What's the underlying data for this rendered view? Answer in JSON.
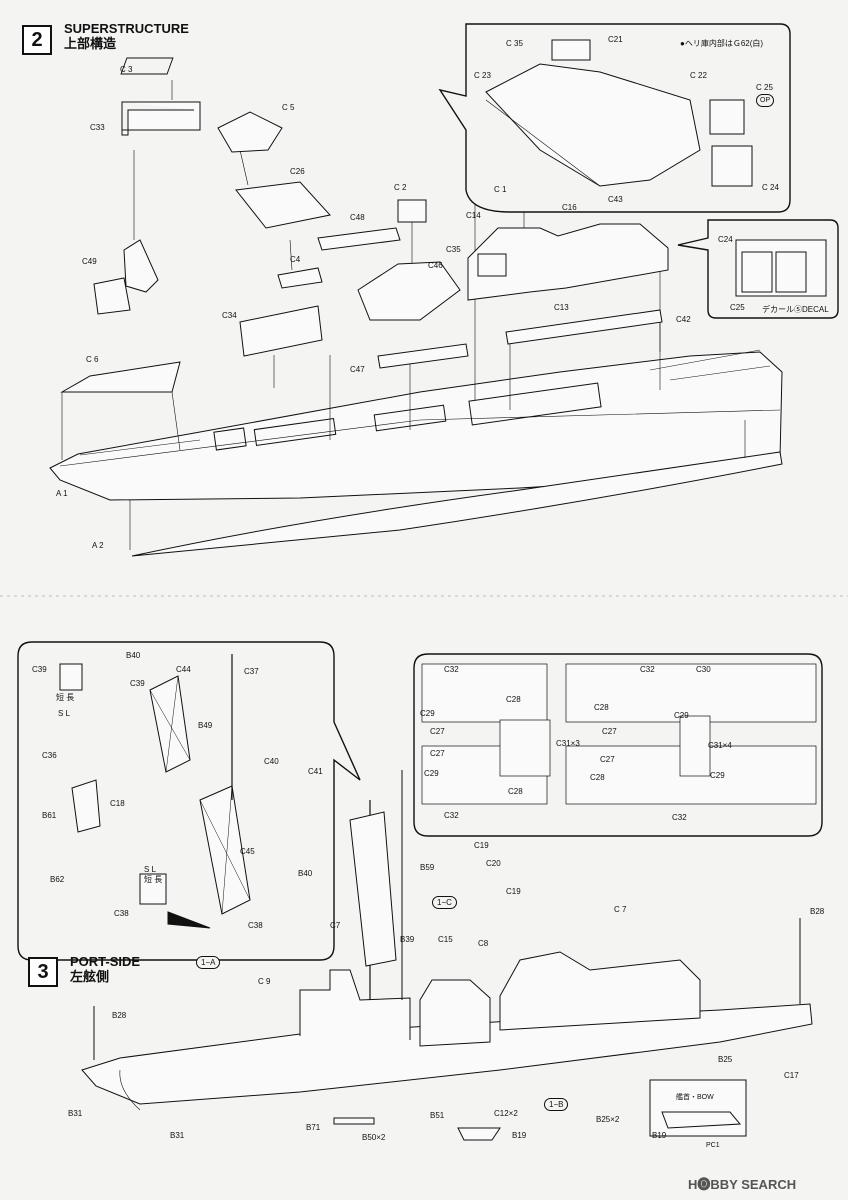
{
  "step2": {
    "number": "2",
    "title_en": "SUPERSTRUCTURE",
    "title_jp": "上部構造",
    "hangar_note": "●ヘリ庫内部はＧ62(白)",
    "decal_label": "デカール⑤DECAL",
    "op_label": "OP",
    "parts": [
      {
        "id": "c3",
        "text": "C 3"
      },
      {
        "id": "c33",
        "text": "C33"
      },
      {
        "id": "c5",
        "text": "C 5"
      },
      {
        "id": "c26",
        "text": "C26"
      },
      {
        "id": "c2",
        "text": "C 2"
      },
      {
        "id": "c1",
        "text": "C 1"
      },
      {
        "id": "c48",
        "text": "C48"
      },
      {
        "id": "c14",
        "text": "C14"
      },
      {
        "id": "c16",
        "text": "C16"
      },
      {
        "id": "c49",
        "text": "C49"
      },
      {
        "id": "c4",
        "text": "C4"
      },
      {
        "id": "c46",
        "text": "C46"
      },
      {
        "id": "c35b",
        "text": "C35"
      },
      {
        "id": "c34",
        "text": "C34"
      },
      {
        "id": "c13",
        "text": "C13"
      },
      {
        "id": "c42",
        "text": "C42"
      },
      {
        "id": "c6",
        "text": "C 6"
      },
      {
        "id": "c47",
        "text": "C47"
      },
      {
        "id": "a1",
        "text": "A 1"
      },
      {
        "id": "a2",
        "text": "A 2"
      },
      {
        "id": "c35",
        "text": "C 35"
      },
      {
        "id": "c21",
        "text": "C21"
      },
      {
        "id": "c23",
        "text": "C 23"
      },
      {
        "id": "c22",
        "text": "C 22"
      },
      {
        "id": "c25",
        "text": "C 25"
      },
      {
        "id": "c43",
        "text": "C43"
      },
      {
        "id": "c24",
        "text": "C 24"
      },
      {
        "id": "c24b",
        "text": "C24"
      },
      {
        "id": "c25b",
        "text": "C25"
      }
    ]
  },
  "step3": {
    "number": "3",
    "title_en": "PORT-SIDE",
    "title_jp": "左舷側",
    "tags": [
      "1−A",
      "1−C",
      "1−B"
    ],
    "bow_label": "艦首・BOW",
    "pc1": "PC1",
    "short_long_1": "短 長",
    "short_long_2": "S L",
    "parts": [
      {
        "id": "c39",
        "text": "C39"
      },
      {
        "id": "b40",
        "text": "B40"
      },
      {
        "id": "c44",
        "text": "C44"
      },
      {
        "id": "c37",
        "text": "C37"
      },
      {
        "id": "c39b",
        "text": "C39"
      },
      {
        "id": "b49",
        "text": "B49"
      },
      {
        "id": "c36",
        "text": "C36"
      },
      {
        "id": "c40",
        "text": "C40"
      },
      {
        "id": "c41",
        "text": "C41"
      },
      {
        "id": "c18",
        "text": "C18"
      },
      {
        "id": "b61",
        "text": "B61"
      },
      {
        "id": "c45",
        "text": "C45"
      },
      {
        "id": "b62",
        "text": "B62"
      },
      {
        "id": "b40b",
        "text": "B40"
      },
      {
        "id": "c38",
        "text": "C38"
      },
      {
        "id": "c38b",
        "text": "C38"
      },
      {
        "id": "c32a",
        "text": "C32"
      },
      {
        "id": "c28a",
        "text": "C28"
      },
      {
        "id": "c29a",
        "text": "C29"
      },
      {
        "id": "c27a",
        "text": "C27"
      },
      {
        "id": "c31x3",
        "text": "C31×3"
      },
      {
        "id": "c27b",
        "text": "C27"
      },
      {
        "id": "c29b",
        "text": "C29"
      },
      {
        "id": "c28b",
        "text": "C28"
      },
      {
        "id": "c32b",
        "text": "C32"
      },
      {
        "id": "c32c",
        "text": "C32"
      },
      {
        "id": "c30",
        "text": "C30"
      },
      {
        "id": "c28c",
        "text": "C28"
      },
      {
        "id": "c27c",
        "text": "C27"
      },
      {
        "id": "c29c",
        "text": "C29"
      },
      {
        "id": "c31x4",
        "text": "C31×4"
      },
      {
        "id": "c27d",
        "text": "C27"
      },
      {
        "id": "c29d",
        "text": "C29"
      },
      {
        "id": "c28d",
        "text": "C28"
      },
      {
        "id": "c32d",
        "text": "C32"
      },
      {
        "id": "c19",
        "text": "C19"
      },
      {
        "id": "c20",
        "text": "C20"
      },
      {
        "id": "b59",
        "text": "B59"
      },
      {
        "id": "c19b",
        "text": "C19"
      },
      {
        "id": "c7",
        "text": "C7"
      },
      {
        "id": "b39",
        "text": "B39"
      },
      {
        "id": "c15",
        "text": "C15"
      },
      {
        "id": "c8",
        "text": "C8"
      },
      {
        "id": "c7b",
        "text": "C 7"
      },
      {
        "id": "b28",
        "text": "B28"
      },
      {
        "id": "c9",
        "text": "C 9"
      },
      {
        "id": "b28b",
        "text": "B28"
      },
      {
        "id": "b25",
        "text": "B25"
      },
      {
        "id": "c17",
        "text": "C17"
      },
      {
        "id": "c12x2",
        "text": "C12×2"
      },
      {
        "id": "b25x2",
        "text": "B25×2"
      },
      {
        "id": "b31",
        "text": "B31"
      },
      {
        "id": "b31b",
        "text": "B31"
      },
      {
        "id": "b71",
        "text": "B71"
      },
      {
        "id": "b50x2",
        "text": "B50×2"
      },
      {
        "id": "b51",
        "text": "B51"
      },
      {
        "id": "b19",
        "text": "B19"
      },
      {
        "id": "b19b",
        "text": "B19"
      }
    ]
  },
  "watermark": "H🅞BBY SEARCH"
}
